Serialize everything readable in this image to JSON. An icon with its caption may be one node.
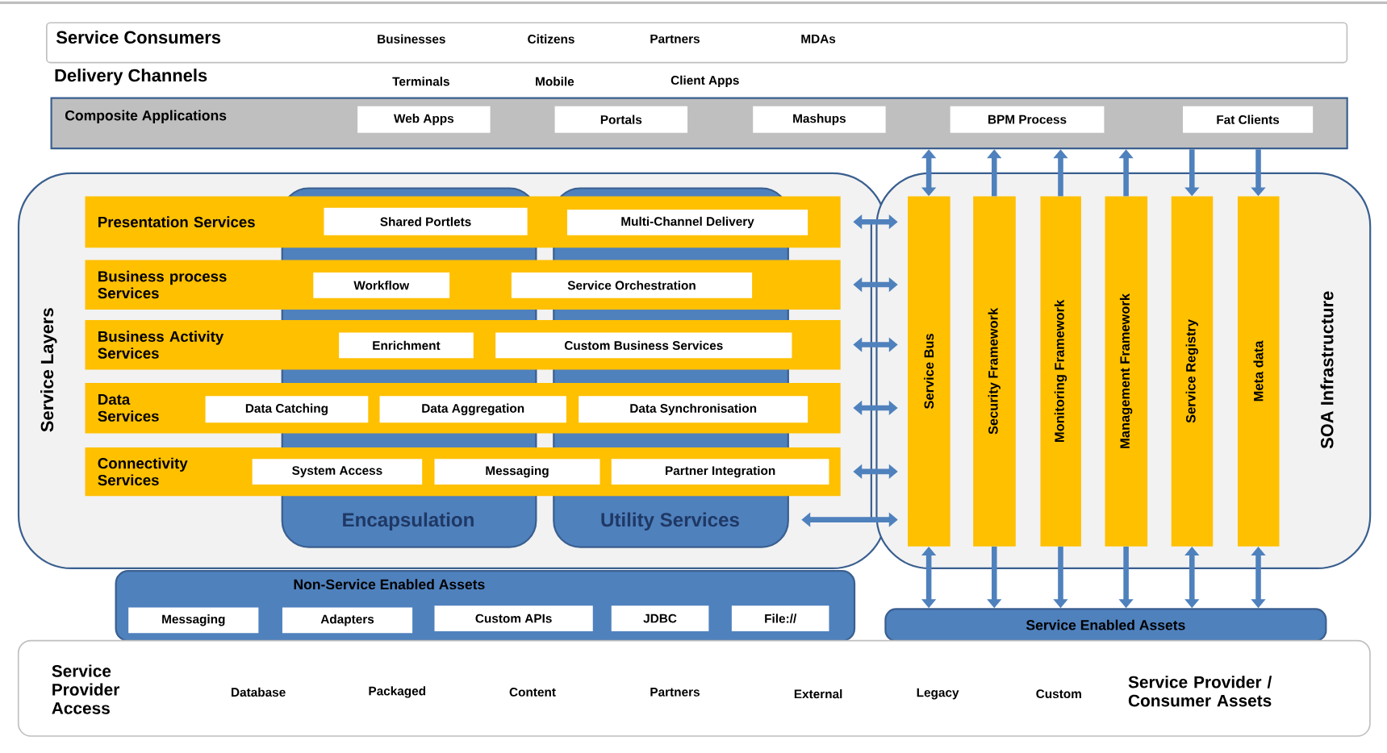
{
  "diagram": {
    "nodes": [
      {
        "text": [
          "Service Consumers",
          "Businesses",
          "Citizens",
          "Partners",
          "MDAs"
        ]
      },
      {
        "text": [
          "Composite Applications"
        ]
      },
      {
        "text": [
          "Web Apps"
        ],
        "in": 1
      },
      {
        "text": [
          "Portals"
        ],
        "in": 1
      },
      {
        "text": [
          "Mashups"
        ],
        "in": 1
      },
      {
        "text": [
          "BPM Process"
        ],
        "in": 1
      },
      {
        "text": [
          "Fat Clients"
        ],
        "in": 1
      },
      {
        "text": [
          "Service Layers"
        ]
      },
      {
        "text": [
          "Encapsulation"
        ],
        "in": 7
      },
      {
        "text": [
          "Utility Services"
        ],
        "in": 7
      },
      {
        "text": [
          "Presentation Services"
        ],
        "in": 7
      },
      {
        "text": [
          "Shared Portlets"
        ]
      },
      {
        "text": [
          "Multi-Channel Delivery"
        ],
        "in": 10
      },
      {
        "text": [
          "Business process Services"
        ],
        "in": 7
      },
      {
        "text": [
          "Workflow"
        ]
      },
      {
        "text": [
          "Service Orchestration"
        ],
        "in": 13
      },
      {
        "text": [
          "Business Activity Services"
        ],
        "in": 7
      },
      {
        "text": [
          "Enrichment"
        ]
      },
      {
        "text": [
          "Custom Business Services"
        ],
        "in": 16
      },
      {
        "text": [
          "Data Services"
        ],
        "in": 7
      },
      {
        "text": [
          "Data Catching"
        ],
        "in": 19
      },
      {
        "text": [
          "Data Aggregation"
        ],
        "in": 19
      },
      {
        "text": [
          "Data Synchronisation"
        ],
        "in": 19
      },
      {
        "text": [
          "Connectivity Services"
        ],
        "in": 7
      },
      {
        "text": [
          "System Access"
        ],
        "in": 23
      },
      {
        "text": [
          "Messaging"
        ],
        "in": 23
      },
      {
        "text": [
          "Partner Integration"
        ],
        "in": 23
      },
      {
        "text": [
          "SOA Infrastructure"
        ]
      },
      {
        "text": [
          "Service Bus"
        ],
        "in": 27
      },
      {
        "text": [
          "Security Framework"
        ],
        "in": 27
      },
      {
        "text": [
          "Monitoring Framework"
        ],
        "in": 27
      },
      {
        "text": [
          "Management Framework"
        ],
        "in": 27
      },
      {
        "text": [
          "Service Registry"
        ],
        "in": 27
      },
      {
        "text": [
          "Meta data"
        ],
        "in": 27
      },
      {
        "text": [
          "Non-Service Enabled Assets"
        ]
      },
      {
        "text": [
          "Messaging"
        ],
        "in": 34
      },
      {
        "text": [
          "Adapters"
        ],
        "in": 34
      },
      {
        "text": [
          "Custom APIs"
        ],
        "in": 34
      },
      {
        "text": [
          "JDBC"
        ],
        "in": 34
      },
      {
        "text": [
          "File://"
        ],
        "in": 34
      },
      {
        "text": [
          "Service Enabled Assets"
        ]
      },
      {
        "text": [
          "Service Provider Access",
          "Database",
          "Packaged",
          "Content",
          "Partners",
          "External",
          "Legacy",
          "Custom",
          "Service Provider / Consumer Assets"
        ]
      }
    ],
    "edges": [
      {
        "from": 28,
        "to": 1,
        "arrow": "both"
      },
      {
        "from": 29,
        "to": 1,
        "arrow": "to"
      },
      {
        "from": 30,
        "to": 1,
        "arrow": "to"
      },
      {
        "from": 31,
        "to": 1,
        "arrow": "to"
      },
      {
        "from": 1,
        "to": 32,
        "arrow": "to"
      },
      {
        "from": 1,
        "to": 33,
        "arrow": "to"
      },
      {
        "from": 28,
        "to": 40,
        "arrow": "both"
      },
      {
        "from": 29,
        "to": 40,
        "arrow": "to"
      },
      {
        "from": 30,
        "to": 40,
        "arrow": "to"
      },
      {
        "from": 31,
        "to": 40,
        "arrow": "to"
      },
      {
        "from": 32,
        "to": 40,
        "arrow": "both"
      },
      {
        "from": 33,
        "to": 40,
        "arrow": "both"
      },
      {
        "from": 10,
        "to": 27,
        "arrow": "both"
      },
      {
        "from": 13,
        "to": 27,
        "arrow": "both"
      },
      {
        "from": 16,
        "to": 27,
        "arrow": "both"
      },
      {
        "from": 19,
        "to": 27,
        "arrow": "both"
      },
      {
        "from": 23,
        "to": 27,
        "arrow": "both"
      },
      {
        "from": 9,
        "to": 27,
        "arrow": "both"
      }
    ],
    "labels": [
      "Delivery Channels",
      "Terminals",
      "Mobile",
      "Client Apps"
    ]
  }
}
